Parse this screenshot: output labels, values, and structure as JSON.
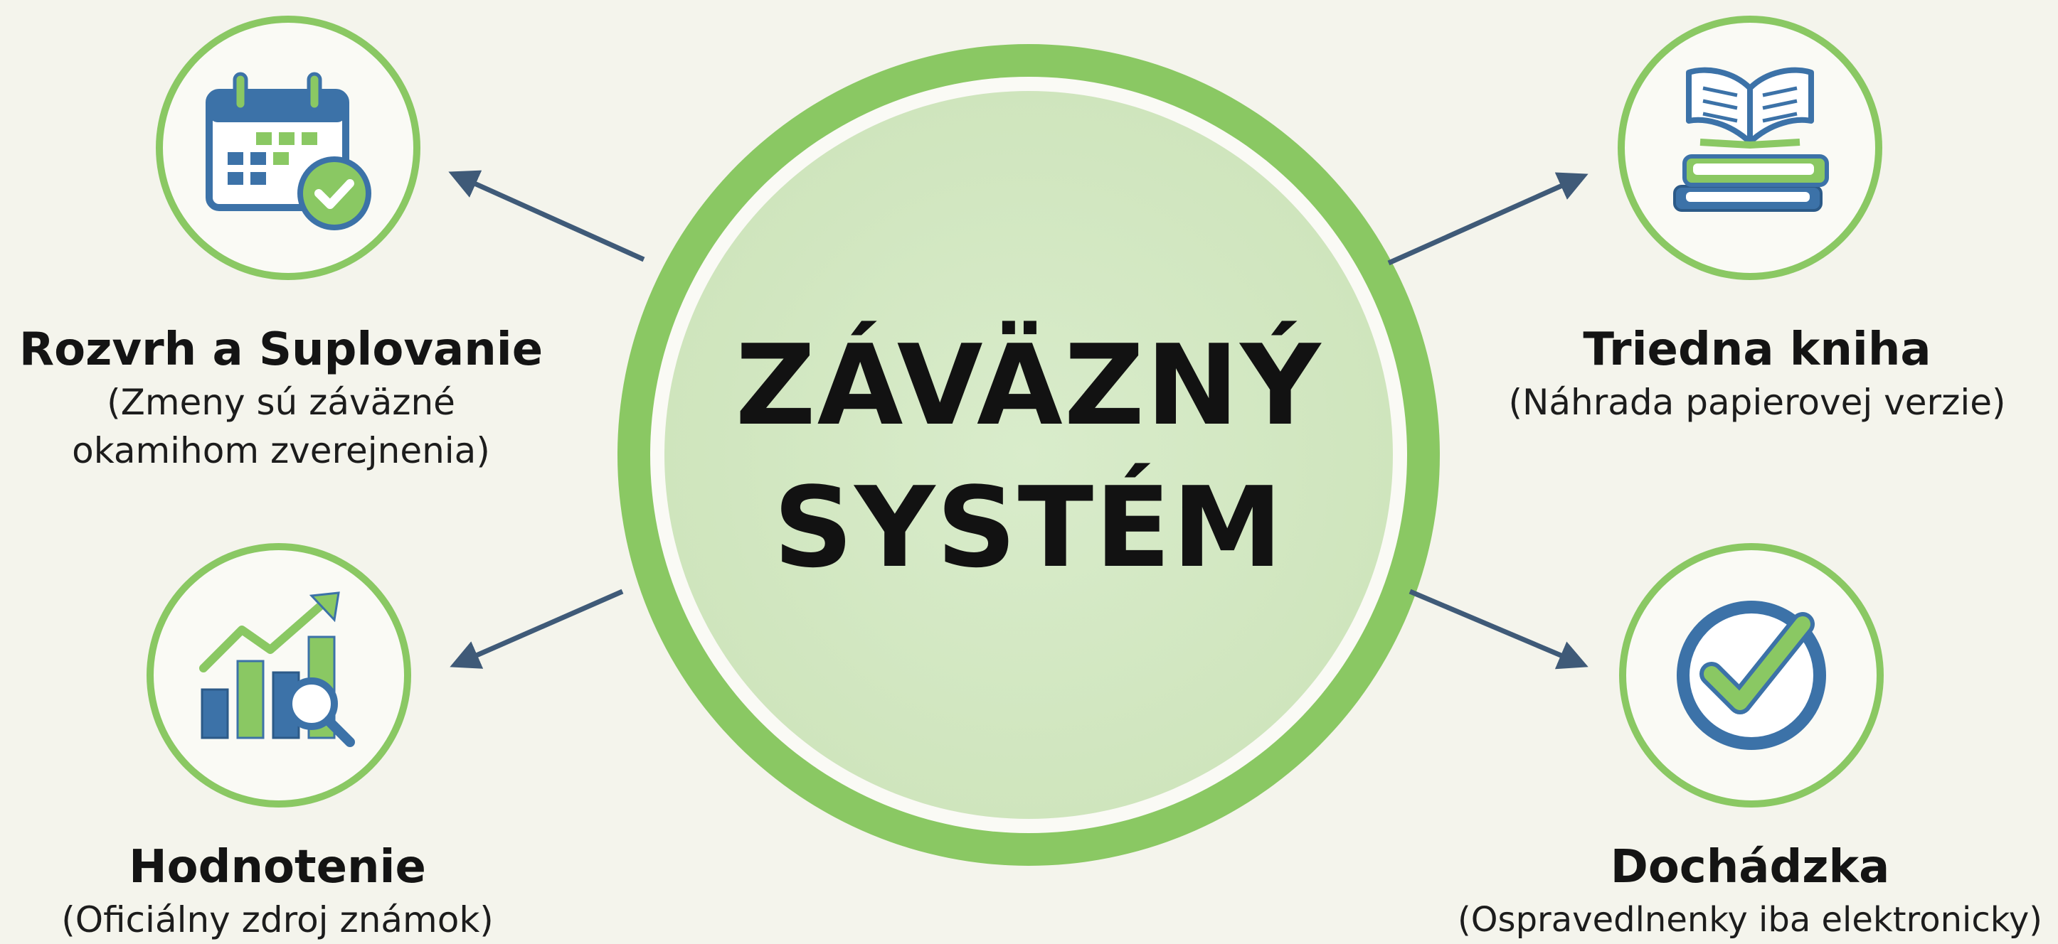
{
  "center": {
    "line1": "ZÁVÄZNÝ",
    "line2": "SYSTÉM"
  },
  "nodes": [
    {
      "id": "rozvrh",
      "title": "Rozvrh a Suplovanie",
      "description": "(Zmeny sú záväzné okamihom zverejnenia)",
      "icon": "calendar-check-icon"
    },
    {
      "id": "triedna",
      "title": "Triedna kniha",
      "description": "(Náhrada papierovej verzie)",
      "icon": "books-icon"
    },
    {
      "id": "hodnotenie",
      "title": "Hodnotenie",
      "description": "(Oficiálny zdroj známok)",
      "icon": "chart-magnifier-icon"
    },
    {
      "id": "dochadzka",
      "title": "Dochádzka",
      "description": "(Ospravedlnenky iba elektronicky)",
      "icon": "checkmark-circle-icon"
    }
  ],
  "colors": {
    "background": "#f4f4ec",
    "ring_green": "#8ac863",
    "center_fill": "#d6e9c4",
    "icon_blue": "#3c72a8",
    "icon_green": "#8ac863",
    "arrow": "#3f5a78"
  }
}
